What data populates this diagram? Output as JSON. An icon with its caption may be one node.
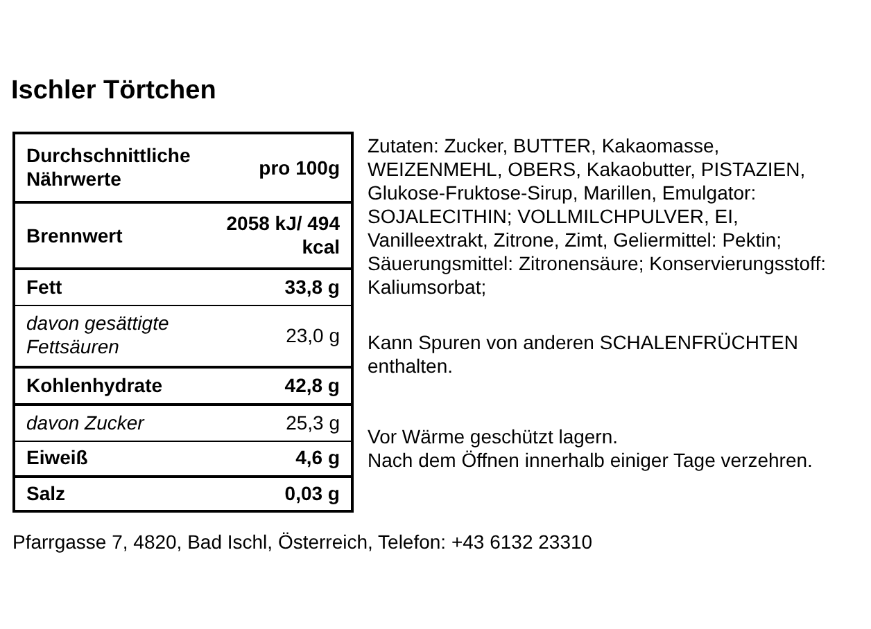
{
  "diagram": {
    "title": "Ischler Törtchen",
    "labels": [
      "Durchschnittliche Nährwerte",
      "pro 100g",
      "Brennwert",
      "2058 kJ/ 494 kcal",
      "Fett",
      "33,8 g",
      "davon gesättigte Fettsäuren",
      "23,0 g",
      "Kohlenhydrate",
      "42,8 g",
      "davon Zucker",
      "25,3 g",
      "Eiweiß",
      "4,6 g",
      "Salz",
      "0,03 g",
      "Zutaten: Zucker, BUTTER, Kakaomasse, WEIZENMEHL, OBERS, Kakaobutter, PISTAZIEN, Glukose-Fruktose-Sirup, Marillen, Emulgator: SOJALECITHIN; VOLLMILCHPULVER, EI, Vanilleextrakt, Zitrone, Zimt, Geliermittel: Pektin; Säuerungsmittel: Zitronensäure; Konservierungsstoff: Kaliumsorbat;",
      "Kann Spuren von anderen SCHALENFRÜCHTEN enthalten.",
      "Vor Wärme geschützt lagern.",
      "Nach dem Öffnen innerhalb einiger Tage verzehren.",
      "Pfarrgasse 7, 4820, Bad Ischl, Österreich, Telefon: +43 6132 23310"
    ]
  }
}
